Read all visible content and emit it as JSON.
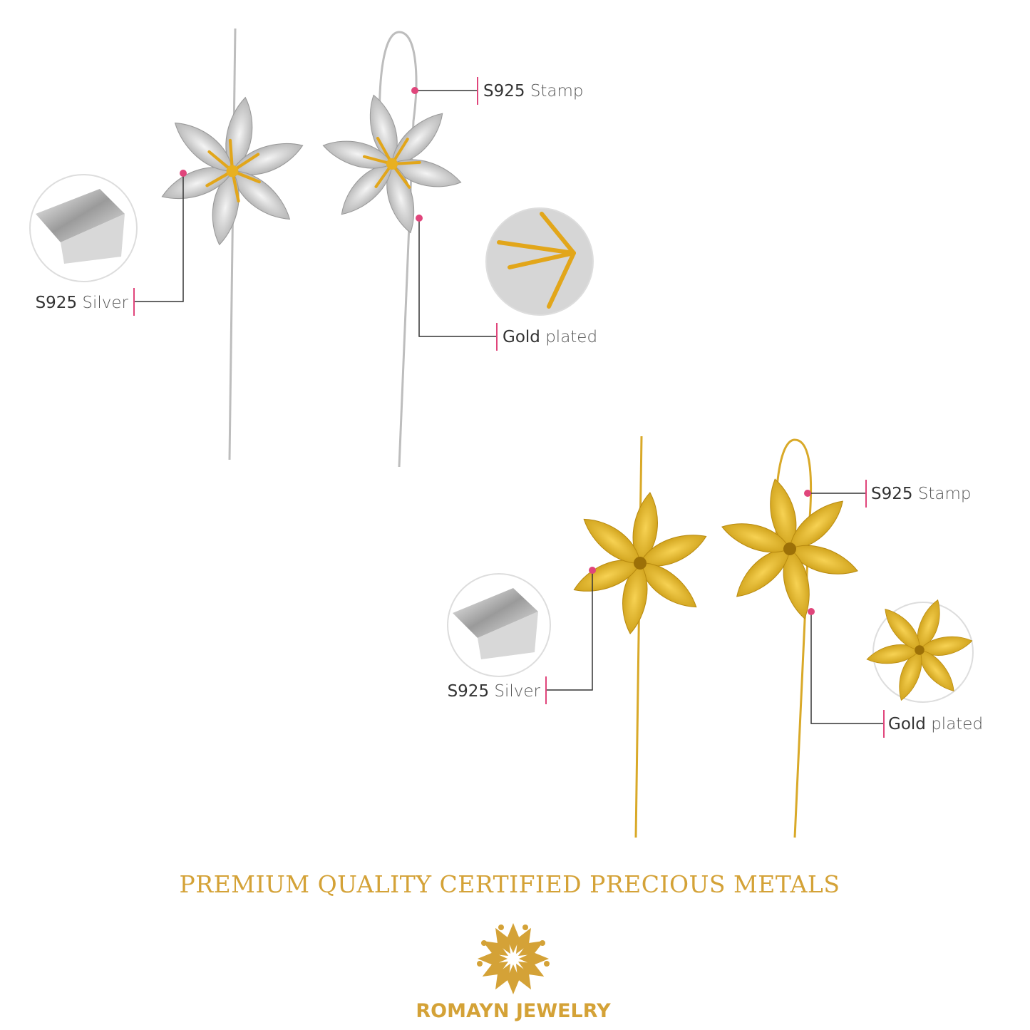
{
  "colors": {
    "accent_gold": "#d4a237",
    "callout_pink": "#e0457b",
    "silver": "#c9c9c9",
    "gold": "#e6b82e"
  },
  "silver_set": {
    "stamp": {
      "bold": "S925",
      "light": "Stamp"
    },
    "material": {
      "bold": "S925",
      "light": "Silver"
    },
    "plating": {
      "bold": "Gold",
      "light": "plated"
    }
  },
  "gold_set": {
    "stamp": {
      "bold": "S925",
      "light": "Stamp"
    },
    "material": {
      "bold": "S925",
      "light": "Silver"
    },
    "plating": {
      "bold": "Gold",
      "light": "plated"
    }
  },
  "tagline": "PREMIUM QUALITY CERTIFIED PRECIOUS METALS",
  "brand": {
    "name": "ROMAYN JEWELRY"
  }
}
